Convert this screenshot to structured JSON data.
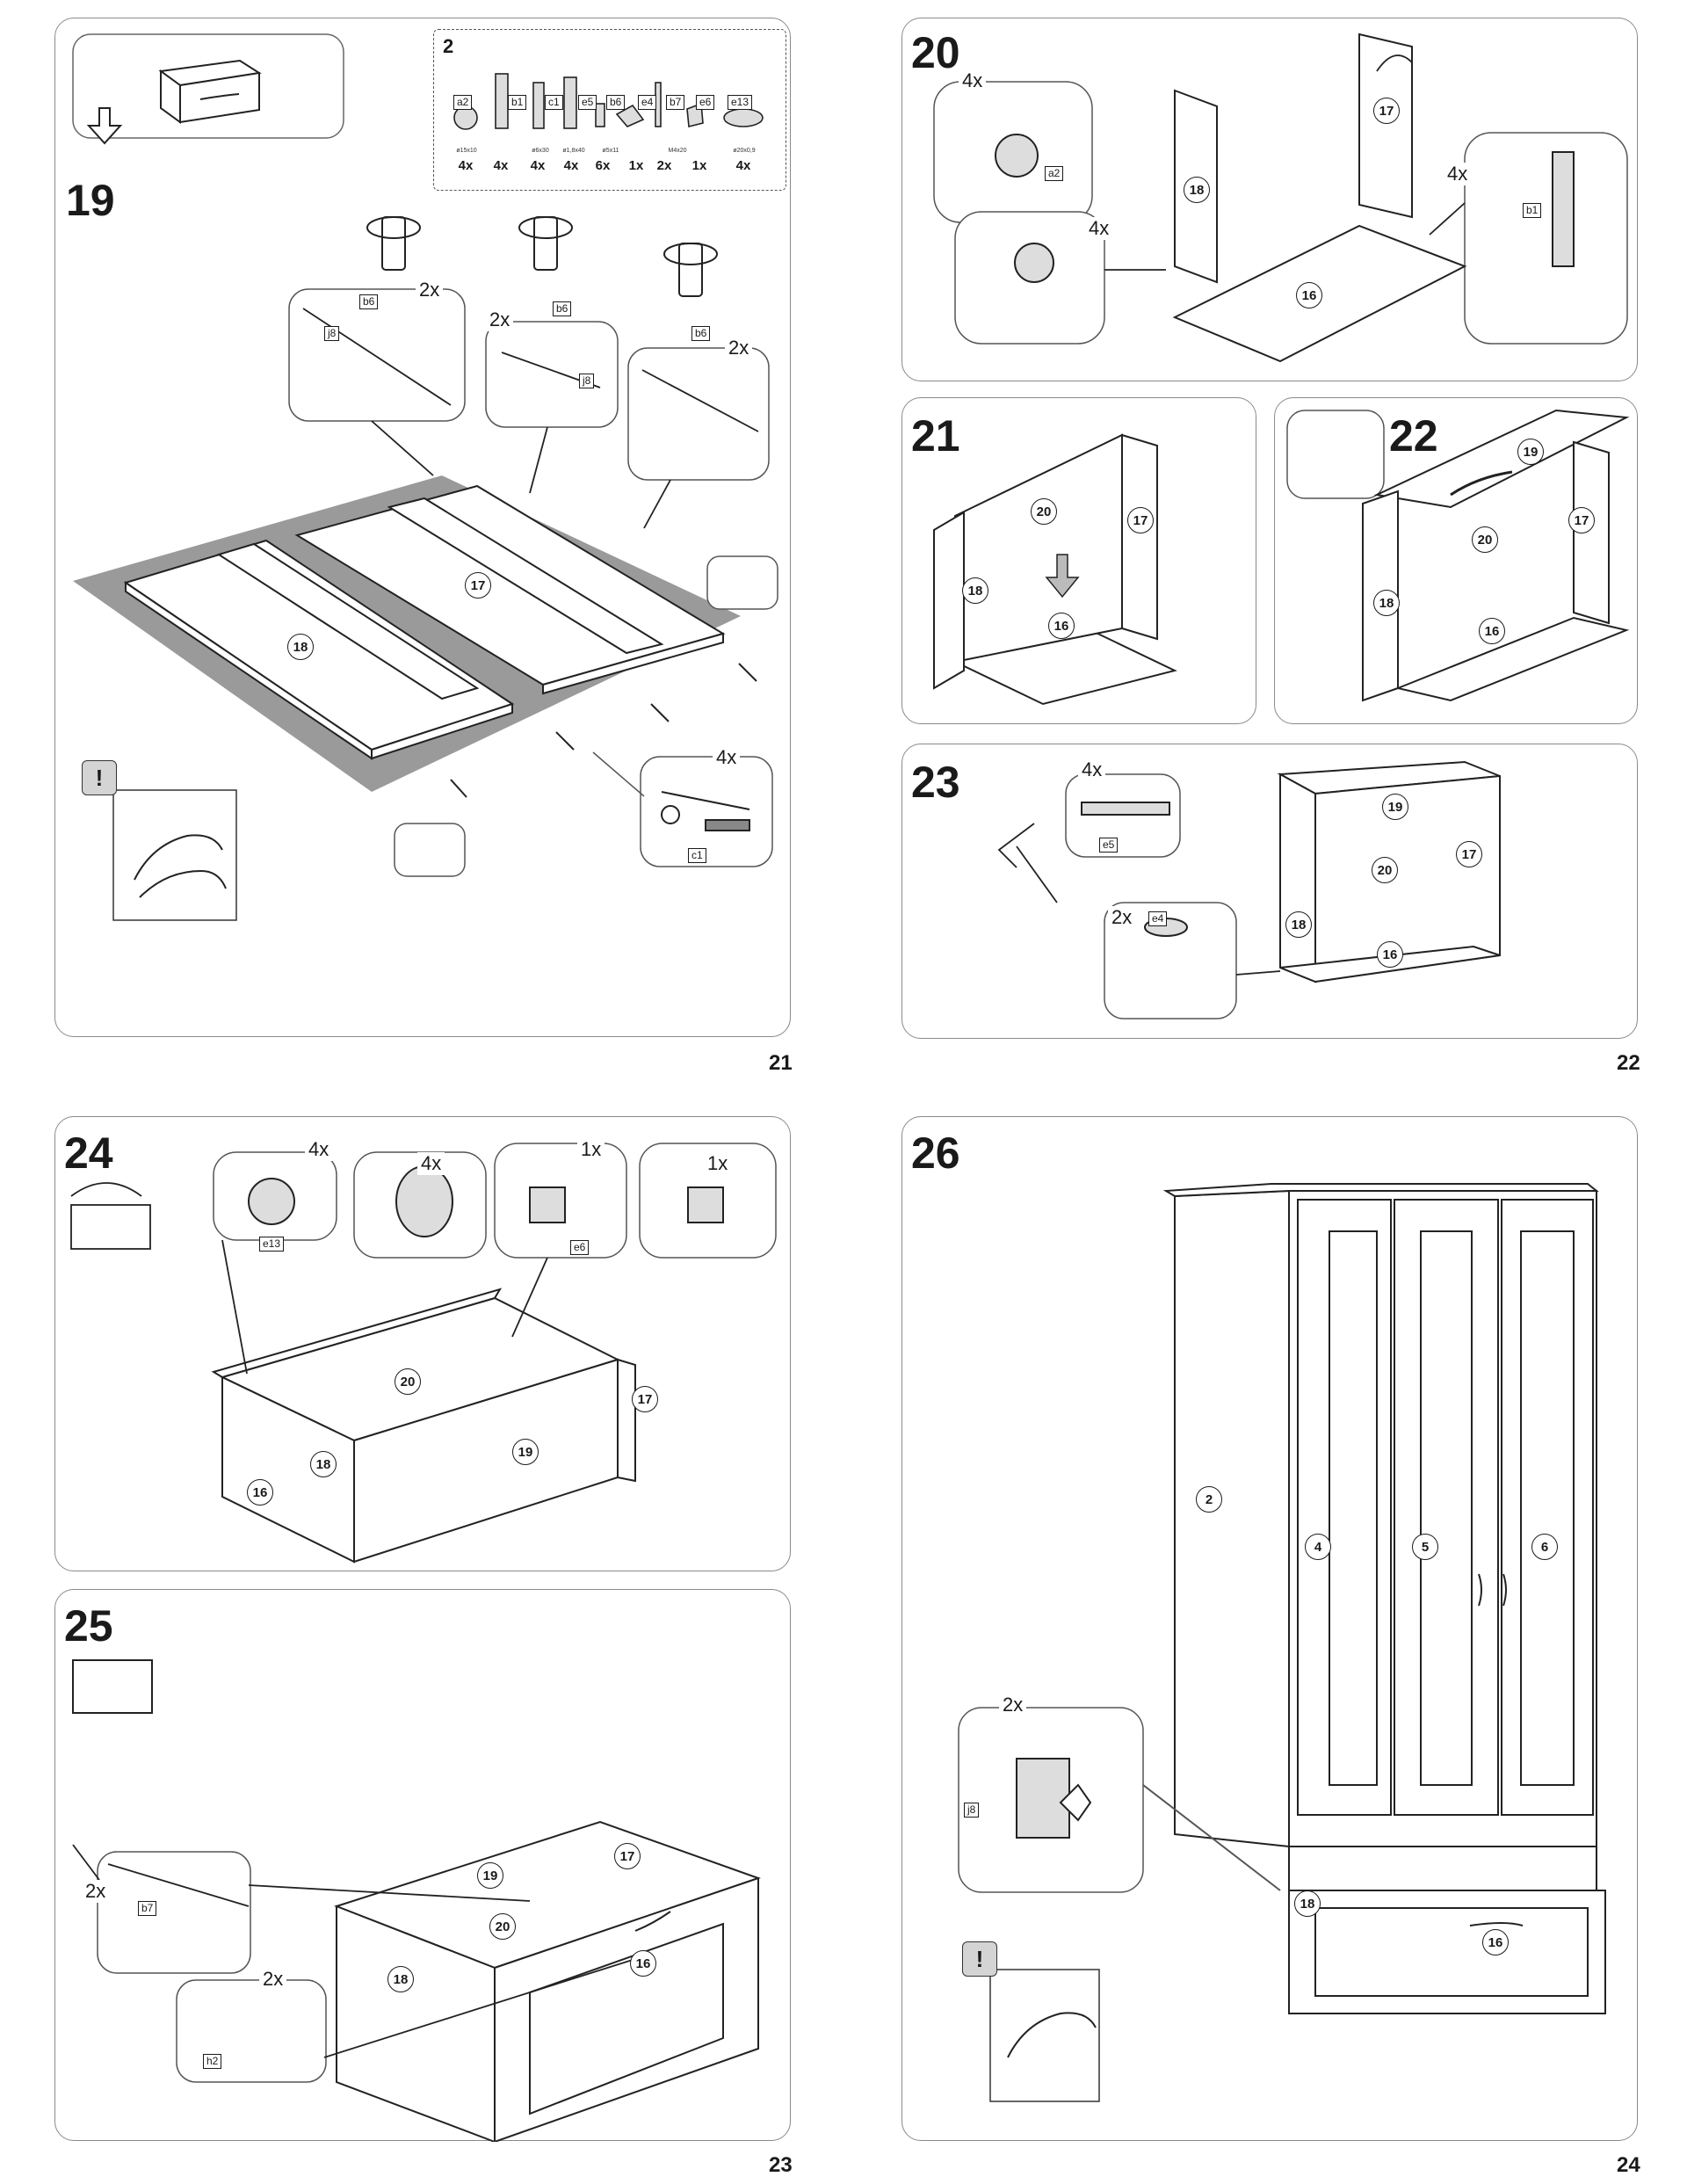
{
  "pages": {
    "p21": "21",
    "p22": "22",
    "p23": "23",
    "p24": "24"
  },
  "step19": {
    "number": "19",
    "bag_number": "2",
    "bag_items": [
      {
        "code": "a2",
        "qty": "4x",
        "spec": "ø15x10"
      },
      {
        "code": "b1",
        "qty": "4x",
        "spec": ""
      },
      {
        "code": "c1",
        "qty": "4x",
        "spec": "ø6x30"
      },
      {
        "code": "e5",
        "qty": "4x",
        "spec": "ø1,8x40"
      },
      {
        "code": "b6",
        "qty": "6x",
        "spec": "ø5x11"
      },
      {
        "code": "e4",
        "qty": "1x",
        "spec": ""
      },
      {
        "code": "b7",
        "qty": "2x",
        "spec": "M4x20"
      },
      {
        "code": "e6",
        "qty": "1x",
        "spec": ""
      },
      {
        "code": "e13",
        "qty": "4x",
        "spec": "ø20x0,9"
      }
    ],
    "callout1_qty": "2x",
    "callout1_codes": [
      "b6",
      "j8"
    ],
    "callout2_qty": "2x",
    "callout2_codes": [
      "b6",
      "j8"
    ],
    "callout3_qty": "2x",
    "callout3_code": "b6",
    "dowel_qty": "4x",
    "dowel_code": "c1",
    "parts": [
      "17",
      "18"
    ],
    "warning_symbol": "!"
  },
  "step20": {
    "number": "20",
    "cam_qty": "4x",
    "cam_code": "a2",
    "turn_qty": "4x",
    "bolt_qty": "4x",
    "bolt_code": "b1",
    "parts": [
      "17",
      "18",
      "16"
    ]
  },
  "step21": {
    "number": "21",
    "parts": [
      "20",
      "17",
      "18",
      "16"
    ]
  },
  "step22": {
    "number": "22",
    "parts": [
      "19",
      "20",
      "17",
      "18",
      "16"
    ]
  },
  "step23": {
    "number": "23",
    "nail_qty": "4x",
    "nail_code": "e5",
    "pad_qty": "2x",
    "pad_code": "e4",
    "parts": [
      "19",
      "20",
      "17",
      "18",
      "16"
    ]
  },
  "step24": {
    "number": "24",
    "pad_qty": "4x",
    "pad_code": "e13",
    "press_qty": "4x",
    "stop_qty": "1x",
    "stop_code": "e6",
    "stop2_qty": "1x",
    "parts": [
      "20",
      "17",
      "19",
      "18",
      "16"
    ]
  },
  "step25": {
    "number": "25",
    "screw_qty": "2x",
    "screw_code": "b7",
    "handle_qty": "2x",
    "handle_code": "h2",
    "parts": [
      "19",
      "17",
      "20",
      "18",
      "16"
    ]
  },
  "step26": {
    "number": "26",
    "rail_qty": "2x",
    "rail_code": "j8",
    "parts": [
      "2",
      "4",
      "5",
      "6",
      "18",
      "16"
    ],
    "warning_symbol": "!"
  }
}
